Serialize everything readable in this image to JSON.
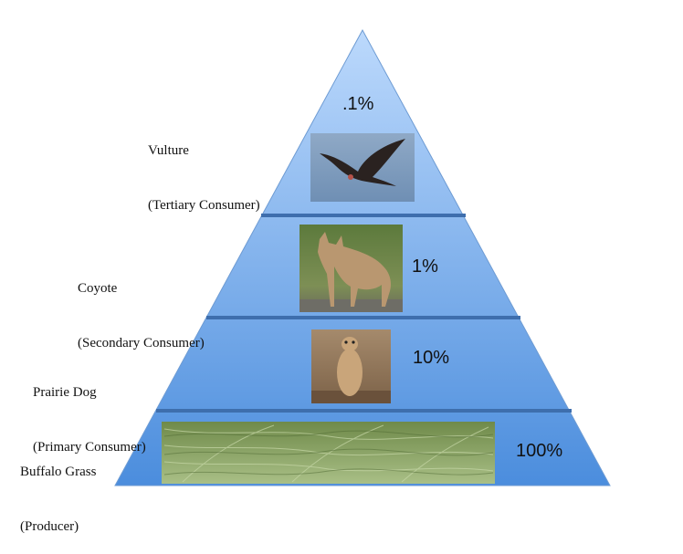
{
  "levels": [
    {
      "name": "Vulture",
      "role": "(Tertiary Consumer)",
      "percent": ".1%",
      "image": "vulture-photo"
    },
    {
      "name": "Coyote",
      "role": "(Secondary Consumer)",
      "percent": "1%",
      "image": "coyote-photo"
    },
    {
      "name": "Prairie Dog",
      "role": "(Primary Consumer)",
      "percent": "10%",
      "image": "prairie-dog-photo"
    },
    {
      "name": "Buffalo Grass",
      "role": "(Producer)",
      "percent": "100%",
      "image": "grass-photo"
    }
  ],
  "colors": {
    "pyramid_top": "#b9d7fb",
    "pyramid_bottom": "#4d8fde",
    "divider": "#3f6fae"
  }
}
